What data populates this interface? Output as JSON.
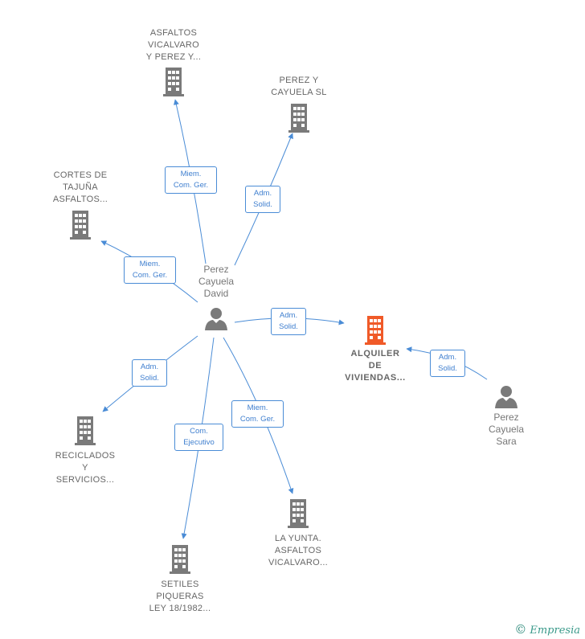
{
  "nodes": {
    "asfaltos_vicalvaro": {
      "lines": [
        "ASFALTOS",
        "VICALVARO",
        "Y PEREZ Y..."
      ]
    },
    "perez_cayuela_sl": {
      "lines": [
        "PEREZ Y",
        "CAYUELA SL"
      ]
    },
    "cortes_tajuna": {
      "lines": [
        "CORTES DE",
        "TAJUÑA",
        "ASFALTOS..."
      ]
    },
    "perez_cayuela_david": {
      "lines": [
        "Perez",
        "Cayuela",
        "David"
      ]
    },
    "alquiler_viviendas": {
      "lines": [
        "ALQUILER",
        "DE",
        "VIVIENDAS..."
      ]
    },
    "perez_cayuela_sara": {
      "lines": [
        "Perez",
        "Cayuela",
        "Sara"
      ]
    },
    "reciclados": {
      "lines": [
        "RECICLADOS",
        "Y",
        "SERVICIOS..."
      ]
    },
    "la_yunta": {
      "lines": [
        "LA YUNTA.",
        "ASFALTOS",
        "VICALVARO..."
      ]
    },
    "setiles": {
      "lines": [
        "SETILES",
        "PIQUERAS",
        "LEY 18/1982..."
      ]
    }
  },
  "relations": {
    "david_asfaltos": [
      "Miem.",
      "Com. Ger."
    ],
    "david_perez_sl": [
      "Adm.",
      "Solid."
    ],
    "david_cortes": [
      "Miem.",
      "Com. Ger."
    ],
    "david_alquiler": [
      "Adm.",
      "Solid."
    ],
    "sara_alquiler": [
      "Adm.",
      "Solid."
    ],
    "david_reciclados": [
      "Adm.",
      "Solid."
    ],
    "david_setiles": [
      "Com.",
      "Ejecutivo"
    ],
    "david_yunta": [
      "Miem.",
      "Com. Ger."
    ]
  },
  "colors": {
    "edge": "#4a8cd6",
    "building": "#7a7a7a",
    "building_main": "#f05a28",
    "person": "#7a7a7a"
  },
  "credit": {
    "symbol": "©",
    "brand": "Empresia"
  }
}
